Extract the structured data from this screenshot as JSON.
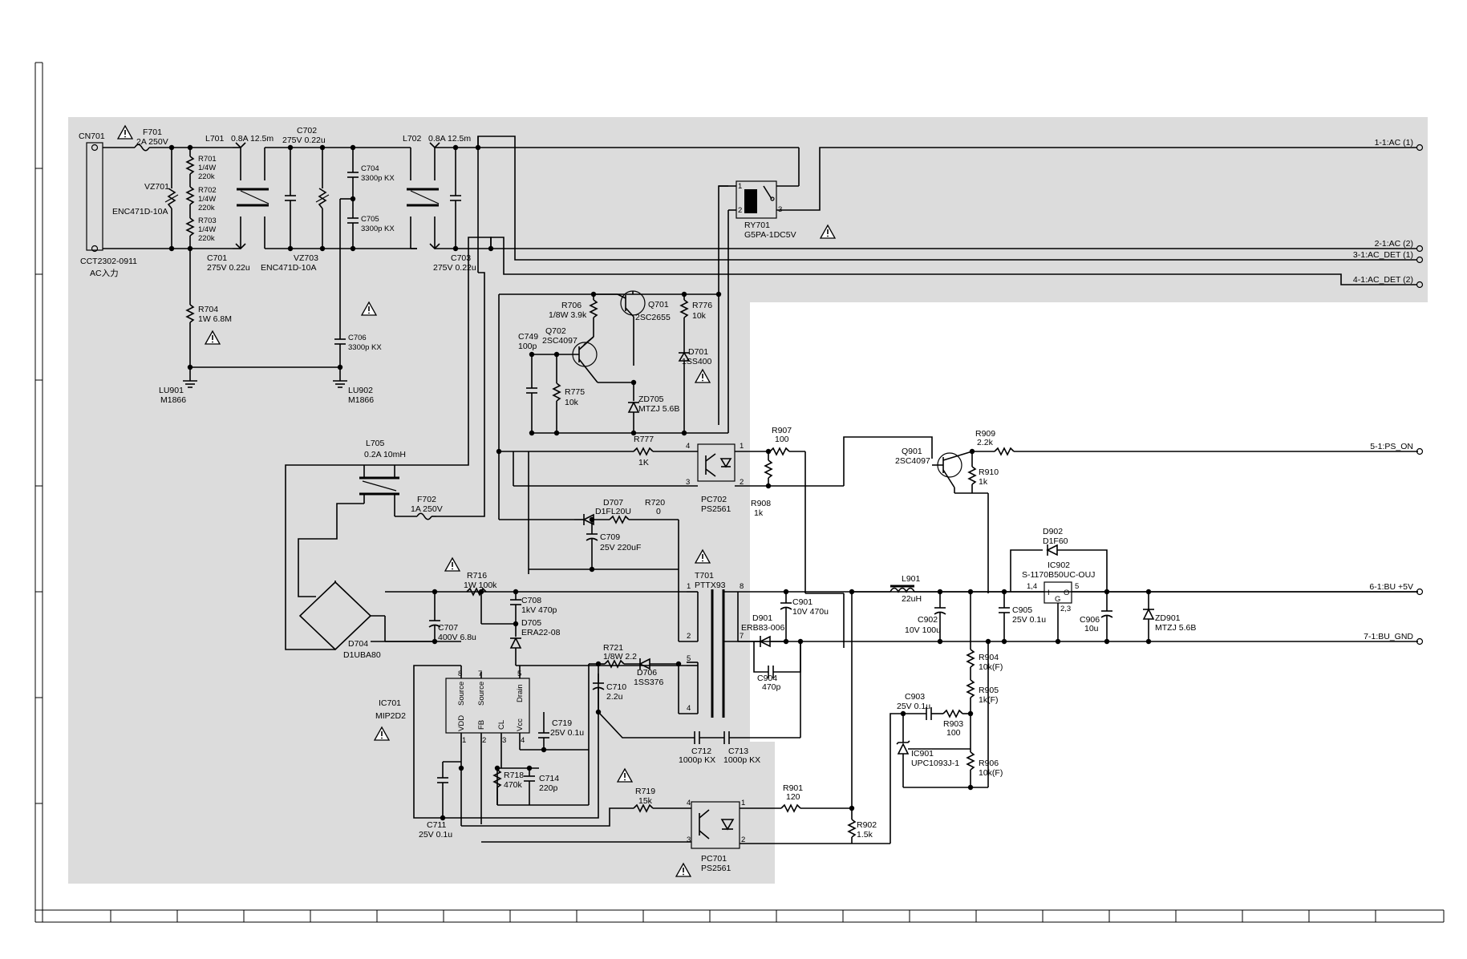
{
  "colors": {
    "shaded_region": "#dcdcdc",
    "line": "#000000",
    "background": "#ffffff"
  },
  "components": {
    "cn701": {
      "ref": "CN701",
      "part": "CCT2302-0911",
      "note": "AC入力"
    },
    "f701": {
      "ref": "F701",
      "value": "2A 250V"
    },
    "vz701": {
      "ref": "VZ701",
      "part": "ENC471D-10A"
    },
    "r701": {
      "ref": "R701",
      "value1": "1/4W",
      "value2": "220k"
    },
    "r702": {
      "ref": "R702",
      "value1": "1/4W",
      "value2": "220k"
    },
    "r703": {
      "ref": "R703",
      "value1": "1/4W",
      "value2": "220k"
    },
    "l701": {
      "ref": "L701",
      "value": "0.8A 12.5m"
    },
    "c701": {
      "ref": "C701",
      "value": "275V 0.22u"
    },
    "c702": {
      "ref": "C702",
      "value": "275V 0.22u"
    },
    "vz703": {
      "ref": "VZ703",
      "part": "ENC471D-10A"
    },
    "c704": {
      "ref": "C704",
      "value": "3300p KX"
    },
    "c705": {
      "ref": "C705",
      "value": "3300p KX"
    },
    "l702": {
      "ref": "L702",
      "value": "0.8A 12.5m"
    },
    "c703": {
      "ref": "C703",
      "value": "275V 0.22u"
    },
    "r704": {
      "ref": "R704",
      "value": "1W 6.8M"
    },
    "c706": {
      "ref": "C706",
      "value": "3300p KX"
    },
    "lu901": {
      "ref": "LU901",
      "part": "M1866"
    },
    "lu902": {
      "ref": "LU902",
      "part": "M1866"
    },
    "ry701": {
      "ref": "RY701",
      "part": "G5PA-1DC5V",
      "pin1": "1",
      "pin2": "2",
      "pin3": "3"
    },
    "r706": {
      "ref": "R706",
      "value": "1/8W 3.9k"
    },
    "q701": {
      "ref": "Q701",
      "part": "2SC2655"
    },
    "r776": {
      "ref": "R776",
      "value": "10k"
    },
    "c749": {
      "ref": "C749",
      "value": "100p"
    },
    "q702": {
      "ref": "Q702",
      "part": "2SC4097"
    },
    "d701": {
      "ref": "D701",
      "part": "1SS400"
    },
    "r775": {
      "ref": "R775",
      "value": "10k"
    },
    "zd705": {
      "ref": "ZD705",
      "part": "MTZJ 5.6B"
    },
    "r777": {
      "ref": "R777",
      "value": "1K"
    },
    "pc702": {
      "ref": "PC702",
      "part": "PS2561",
      "pin1": "1",
      "pin2": "2",
      "pin3": "3",
      "pin4": "4"
    },
    "r907": {
      "ref": "R907",
      "value": "100"
    },
    "r908": {
      "ref": "R908",
      "value": "1k"
    },
    "q901": {
      "ref": "Q901",
      "part": "2SC4097"
    },
    "r909": {
      "ref": "R909",
      "value": "2.2k"
    },
    "r910": {
      "ref": "R910",
      "value": "1k"
    },
    "l705": {
      "ref": "L705",
      "value": "0.2A 10mH"
    },
    "f702": {
      "ref": "F702",
      "value": "1A 250V"
    },
    "d707": {
      "ref": "D707",
      "part": "D1FL20U"
    },
    "r720": {
      "ref": "R720",
      "value": "0"
    },
    "c709": {
      "ref": "C709",
      "value": "25V 220uF"
    },
    "r716": {
      "ref": "R716",
      "value": "1W 100k"
    },
    "c708": {
      "ref": "C708",
      "value": "1kV 470p"
    },
    "d705": {
      "ref": "D705",
      "part": "ERA22-08"
    },
    "t701": {
      "ref": "T701",
      "part": "PTTX93",
      "pin1": "1",
      "pin2": "2",
      "pin4": "4",
      "pin5": "5",
      "pin7": "7",
      "pin8": "8"
    },
    "c707": {
      "ref": "C707",
      "value": "400V 6.8u"
    },
    "d704": {
      "ref": "D704",
      "part": "D1UBA80"
    },
    "r721": {
      "ref": "R721",
      "value": "1/8W 2.2"
    },
    "d706": {
      "ref": "D706",
      "part": "1SS376"
    },
    "c710": {
      "ref": "C710",
      "value": "2.2u"
    },
    "ic701": {
      "ref": "IC701",
      "part": "MIP2D2",
      "pin_source": "Source",
      "pin_drain": "Drain",
      "pin_vdd": "VDD",
      "pin_fb": "FB",
      "pin_cl": "CL",
      "pin_vcc": "Vcc",
      "n1": "1",
      "n2": "2",
      "n3": "3",
      "n4": "4",
      "n5": "5",
      "n7": "7",
      "n8": "8"
    },
    "c719": {
      "ref": "C719",
      "value": "25V 0.1u"
    },
    "c712": {
      "ref": "C712",
      "value": "1000p KX"
    },
    "c713": {
      "ref": "C713",
      "value": "1000p KX"
    },
    "r718": {
      "ref": "R718",
      "value": "470k"
    },
    "c714": {
      "ref": "C714",
      "value": "220p"
    },
    "c711": {
      "ref": "C711",
      "value": "25V 0.1u"
    },
    "r719": {
      "ref": "R719",
      "value": "15k"
    },
    "pc701": {
      "ref": "PC701",
      "part": "PS2561",
      "pin1": "1",
      "pin2": "2",
      "pin3": "3",
      "pin4": "4"
    },
    "r901": {
      "ref": "R901",
      "value": "120"
    },
    "r902": {
      "ref": "R902",
      "value": "1.5k"
    },
    "c901": {
      "ref": "C901",
      "value": "10V 470u"
    },
    "d901": {
      "ref": "D901",
      "part": "ERB83-006"
    },
    "c904": {
      "ref": "C904",
      "value": "470p"
    },
    "l901": {
      "ref": "L901",
      "value": "22uH"
    },
    "c902": {
      "ref": "C902",
      "value": "10V 100u"
    },
    "r904": {
      "ref": "R904",
      "value": "10k(F)"
    },
    "r905": {
      "ref": "R905",
      "value": "1k(F)"
    },
    "c903": {
      "ref": "C903",
      "value": "25V 0.1u"
    },
    "r903": {
      "ref": "R903",
      "value": "100"
    },
    "ic901": {
      "ref": "IC901",
      "part": "UPC1093J-1"
    },
    "r906": {
      "ref": "R906",
      "value": "10k(F)"
    },
    "d902": {
      "ref": "D902",
      "part": "D1F60"
    },
    "ic902": {
      "ref": "IC902",
      "part": "S-1170B50UC-OUJ",
      "pin_in": "1,4",
      "pin_out": "5",
      "pin_gnd": "2,3",
      "letter_i": "I",
      "letter_o": "O",
      "letter_g": "G"
    },
    "c905": {
      "ref": "C905",
      "value": "25V 0.1u"
    },
    "c906": {
      "ref": "C906",
      "value": "10u"
    },
    "zd901": {
      "ref": "ZD901",
      "part": "MTZJ 5.6B"
    }
  },
  "nets": {
    "ac1": "1-1:AC (1)",
    "ac2": "2-1:AC (2)",
    "acdet1": "3-1:AC_DET (1)",
    "acdet2": "4-1:AC_DET (2)",
    "pson": "5-1:PS_ON",
    "bu5v": "6-1:BU +5V",
    "bugnd": "7-1:BU_GND"
  }
}
